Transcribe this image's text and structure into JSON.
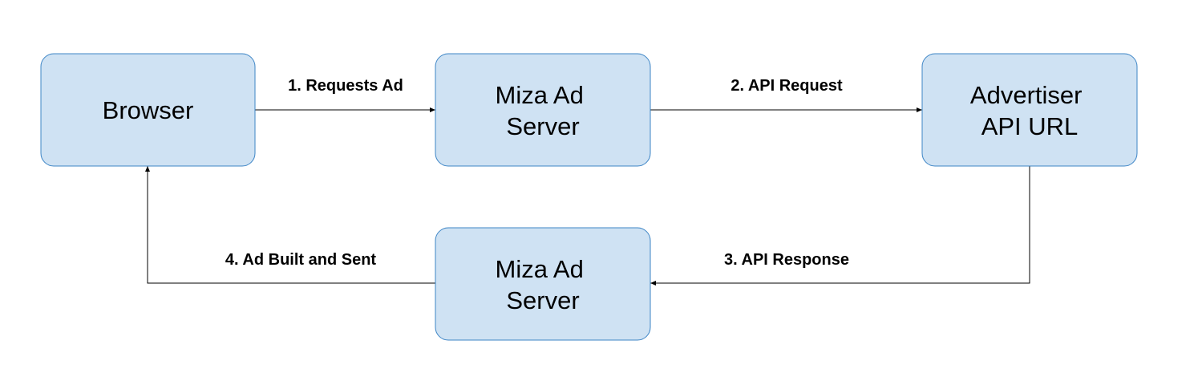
{
  "nodes": {
    "browser": {
      "lines": [
        "Browser"
      ]
    },
    "ad_server_top": {
      "lines": [
        "Miza Ad",
        "Server"
      ]
    },
    "advertiser_api": {
      "lines": [
        "Advertiser",
        "API URL"
      ]
    },
    "ad_server_bottom": {
      "lines": [
        "Miza Ad",
        "Server"
      ]
    }
  },
  "edges": {
    "requests_ad": {
      "label": "1. Requests Ad"
    },
    "api_request": {
      "label": "2. API Request"
    },
    "api_response": {
      "label": "3. API Response"
    },
    "ad_built_sent": {
      "label": "4. Ad Built and Sent"
    }
  },
  "colors": {
    "node_fill": "#cfe2f3",
    "node_stroke": "#3d85c6",
    "edge": "#000000"
  }
}
